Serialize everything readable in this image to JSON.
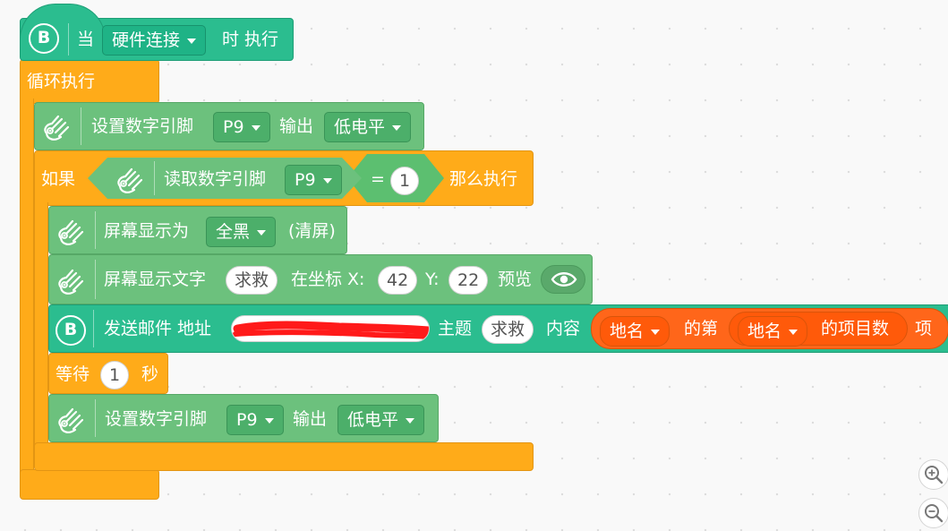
{
  "hat": {
    "when": "当",
    "event": "硬件连接",
    "execute": "时 执行"
  },
  "loop": {
    "label": "循环执行"
  },
  "set_pin_1": {
    "label": "设置数字引脚",
    "pin": "P9",
    "output": "输出",
    "level": "低电平"
  },
  "if_block": {
    "if": "如果",
    "read": "读取数字引脚",
    "pin": "P9",
    "op": "=",
    "value": "1",
    "then": "那么执行"
  },
  "screen_clear": {
    "label": "屏幕显示为",
    "mode": "全黑",
    "suffix": "(清屏)"
  },
  "screen_text": {
    "label": "屏幕显示文字",
    "text": "求救",
    "at": "在坐标 X:",
    "x": "42",
    "y_label": "Y:",
    "y": "22",
    "preview": "预览"
  },
  "email": {
    "label": "发送邮件 地址",
    "subject_label": "主题",
    "subject": "求救",
    "content_label": "内容",
    "list1": "地名",
    "nth": "的第",
    "list2": "地名",
    "count": "的项目数",
    "item": "项"
  },
  "wait": {
    "label": "等待",
    "value": "1",
    "unit": "秒"
  },
  "set_pin_2": {
    "label": "设置数字引脚",
    "pin": "P9",
    "output": "输出",
    "level": "低电平"
  },
  "icons": [
    "b-badge-icon",
    "hand-gesture-icon",
    "eye-icon",
    "zoom-in-icon",
    "zoom-out-icon"
  ],
  "colors": {
    "events": "#2bbd8f",
    "control": "#ffab19",
    "hardware": "#6cc17d",
    "data": "#ff661a"
  }
}
